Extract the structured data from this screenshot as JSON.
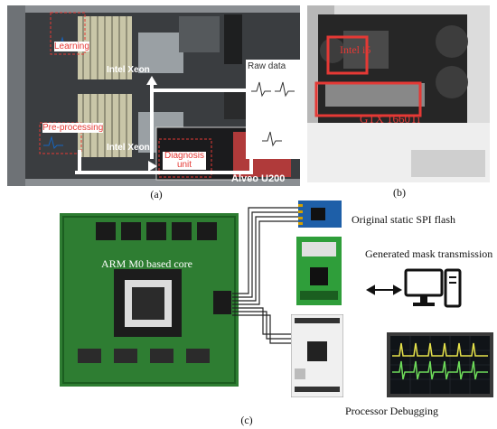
{
  "panel_a": {
    "caption": "(a)",
    "labels": {
      "learning": "Learning",
      "intel_top": "Intel Xeon",
      "raw_data": "Raw data",
      "preprocessing": "Pre-processing",
      "intel_bottom": "Intel Xeon",
      "diagnosis": "Diagnosis unit",
      "alveo": "Alveo U200"
    }
  },
  "panel_b": {
    "caption": "(b)",
    "labels": {
      "cpu": "Intel i5",
      "gpu": "GTX 1660Ti"
    }
  },
  "panel_c": {
    "caption": "(c)",
    "labels": {
      "core": "ARM M0 based core",
      "flash": "Original static SPI flash",
      "mask": "Generated mask transmission",
      "debug": "Processor Debugging"
    }
  },
  "colors": {
    "highlight_red": "#e53935",
    "label_white": "#ffffff",
    "board_green": "#2e7d32",
    "oscilloscope_yellow": "#e6e24a"
  }
}
